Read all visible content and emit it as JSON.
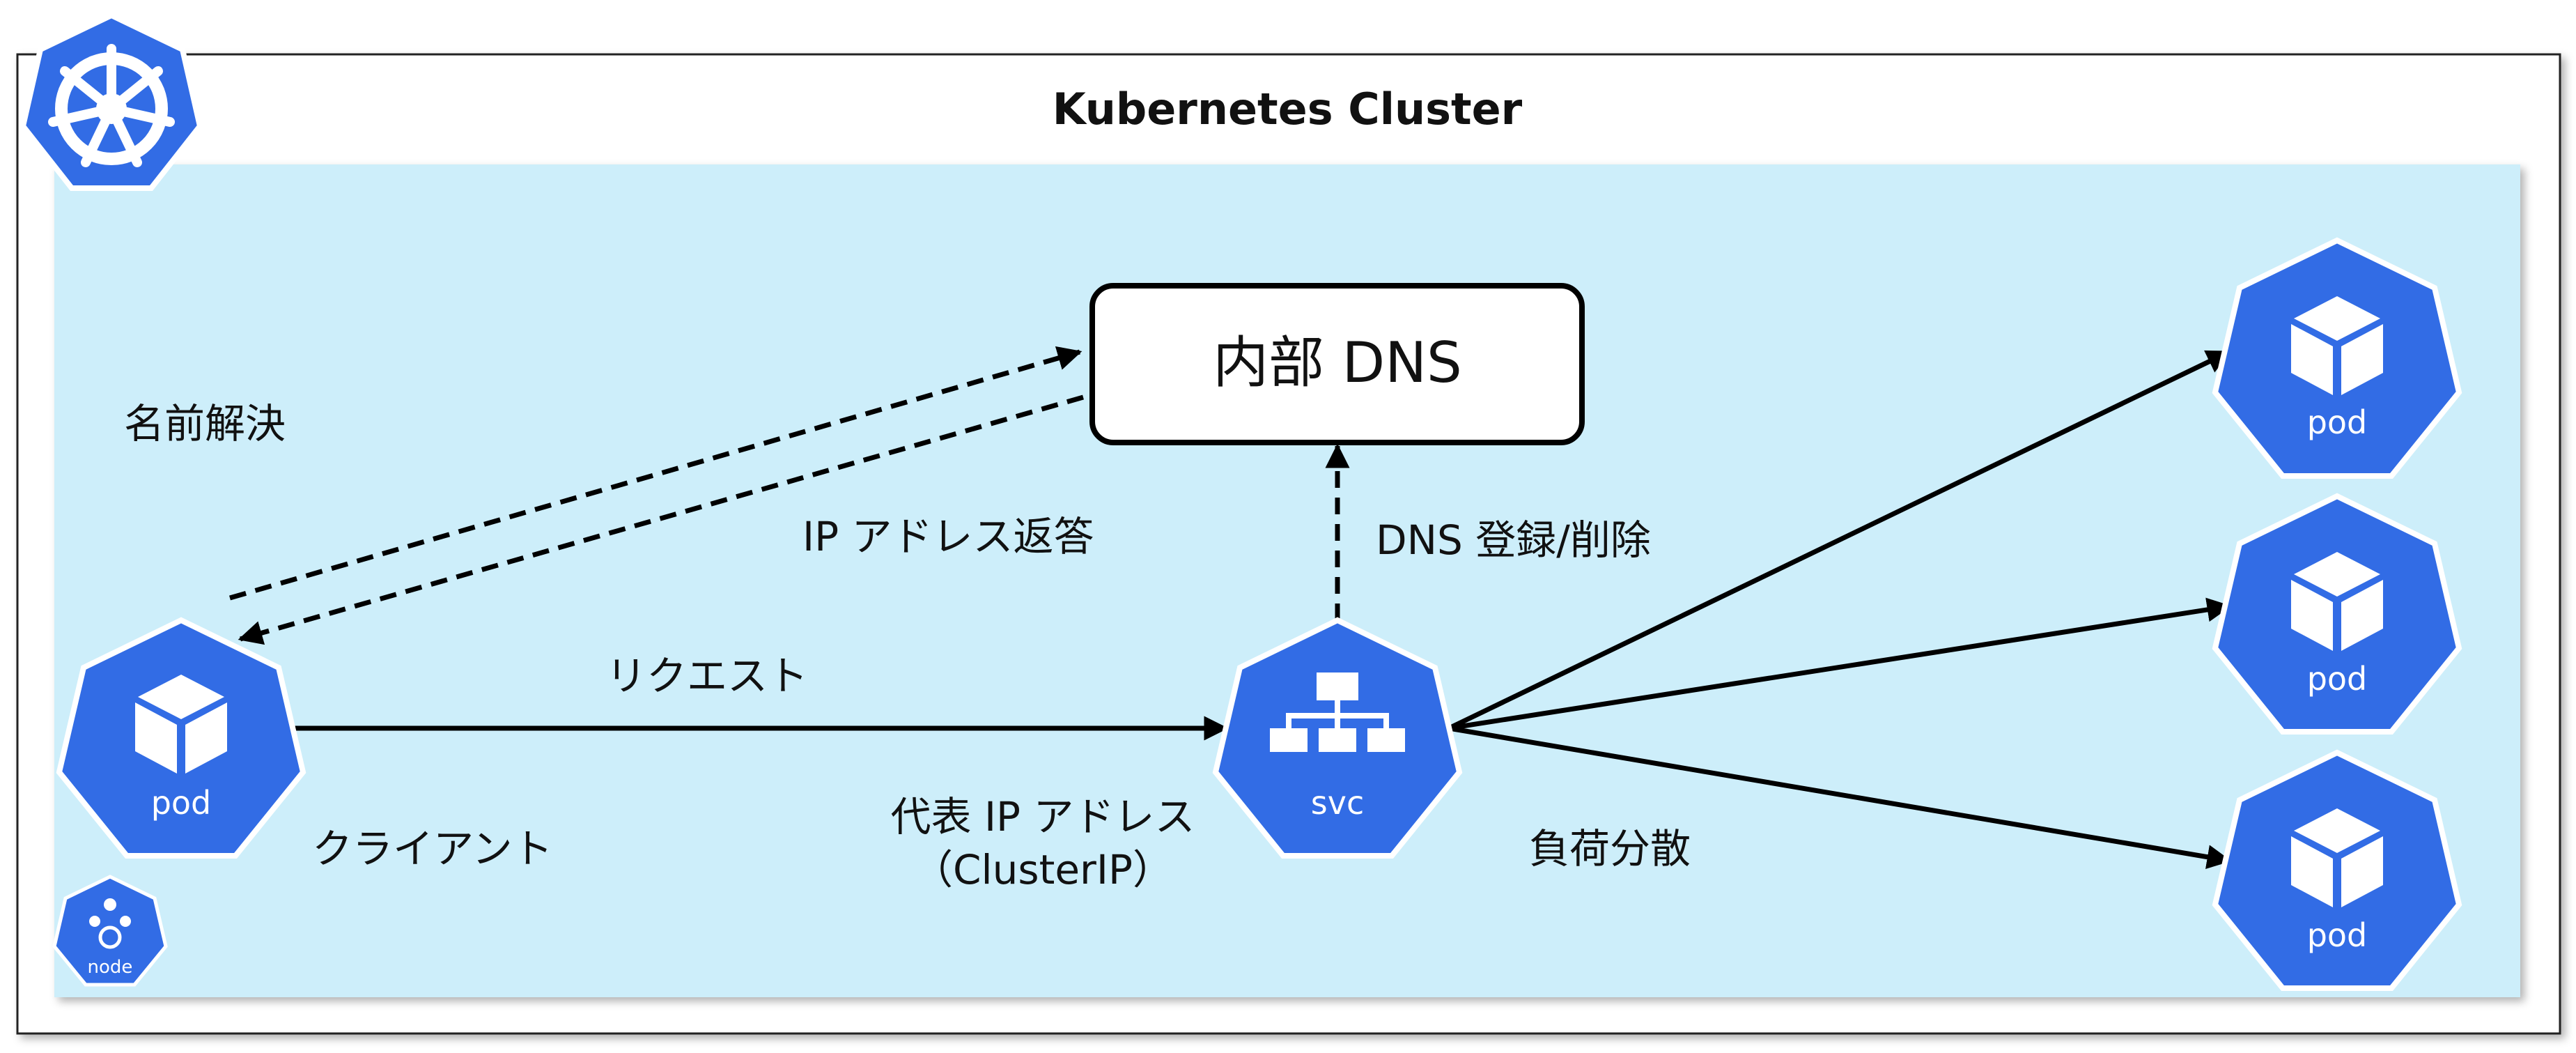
{
  "cluster": {
    "title": "Kubernetes Cluster"
  },
  "dns_box": {
    "label": "内部 DNS"
  },
  "labels": {
    "name_resolution": "名前解決",
    "ip_reply": "IP アドレス返答",
    "dns_register": "DNS 登録/削除",
    "request": "リクエスト",
    "client": "クライアント",
    "representative_ip": "代表 IP アドレス",
    "cluster_ip": "（ClusterIP）",
    "load_balancing": "負荷分散"
  },
  "icons": {
    "client_pod": "pod",
    "service": "svc",
    "backend_pods": [
      "pod",
      "pod",
      "pod"
    ],
    "node": "node"
  },
  "colors": {
    "k8s_blue": "#326CE5",
    "panel": "#CDEEFA",
    "line": "#000000"
  }
}
